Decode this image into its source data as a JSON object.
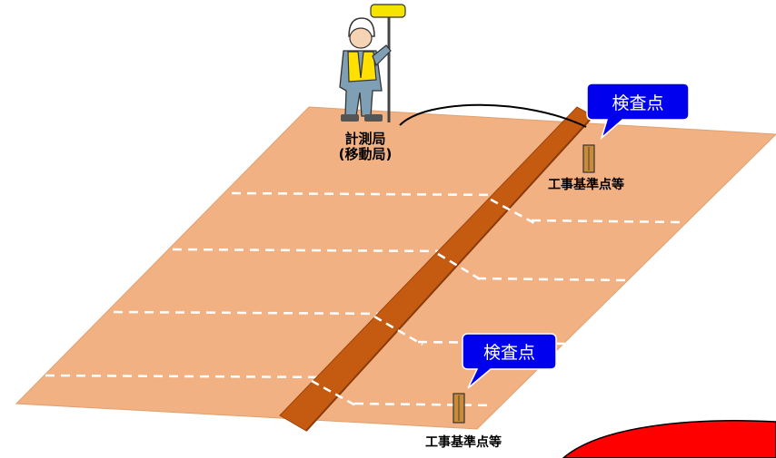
{
  "station": {
    "line1": "計測局",
    "line2": "(移動局)"
  },
  "callouts": [
    {
      "text": "検査点"
    },
    {
      "text": "検査点"
    }
  ],
  "benchmarks": [
    {
      "label": "工事基準点等"
    },
    {
      "label": "工事基準点等"
    }
  ],
  "colors": {
    "ground": "#f2b183",
    "ground_edge": "#e0a06f",
    "embankment": "#c55a11",
    "embankment_edge": "#9c440b",
    "callout": "#0000ee",
    "alert": "#ff0000",
    "pole_tip": "#f5e400",
    "vest": "#ffe000",
    "suit": "#7f9fb5"
  }
}
